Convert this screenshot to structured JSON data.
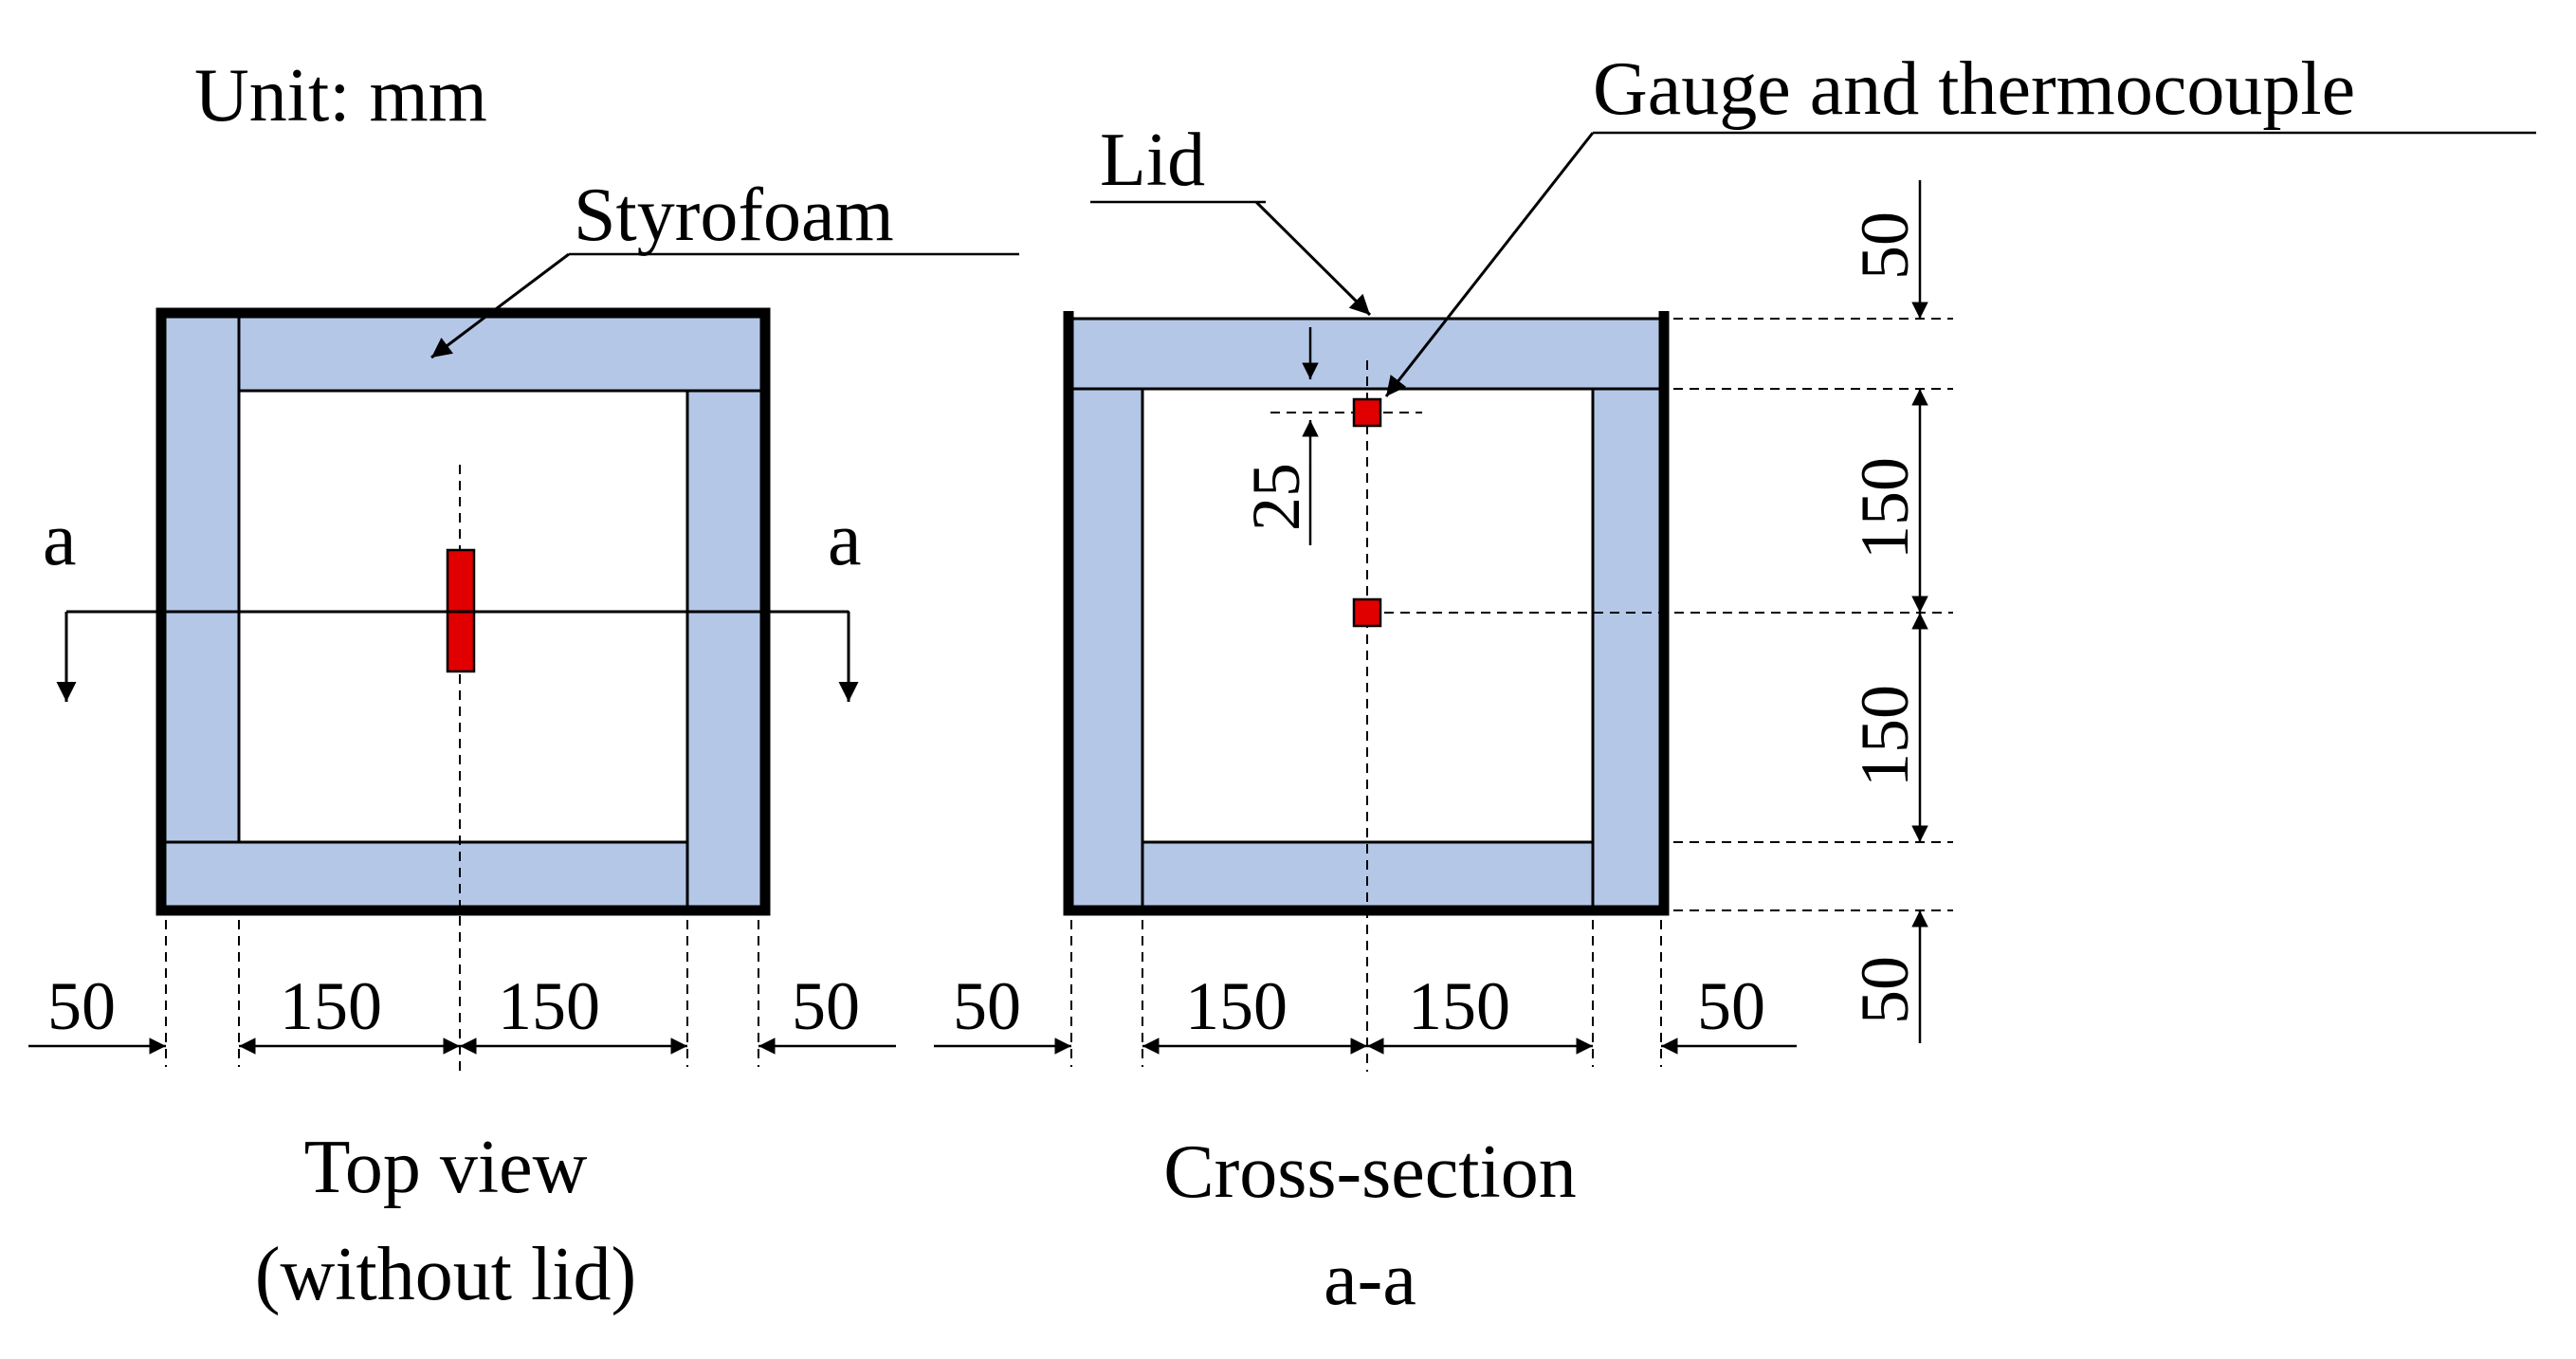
{
  "unit_label": "Unit: mm",
  "styrofoam_label": "Styrofoam",
  "lid_label": "Lid",
  "gauge_label": "Gauge and thermocouple",
  "section_marker": "a",
  "top_view": {
    "caption_line1": "Top view",
    "caption_line2": "(without lid)",
    "dims": [
      "50",
      "150",
      "150",
      "50"
    ]
  },
  "cross_section": {
    "caption_line1": "Cross-section",
    "caption_line2": "a-a",
    "dims": [
      "50",
      "150",
      "150",
      "50"
    ],
    "gauge_offset": "25"
  },
  "vertical_dims": [
    "50",
    "150",
    "150",
    "50"
  ],
  "colors": {
    "styrofoam": "#b4c7e7",
    "gauge": "#e00000"
  }
}
